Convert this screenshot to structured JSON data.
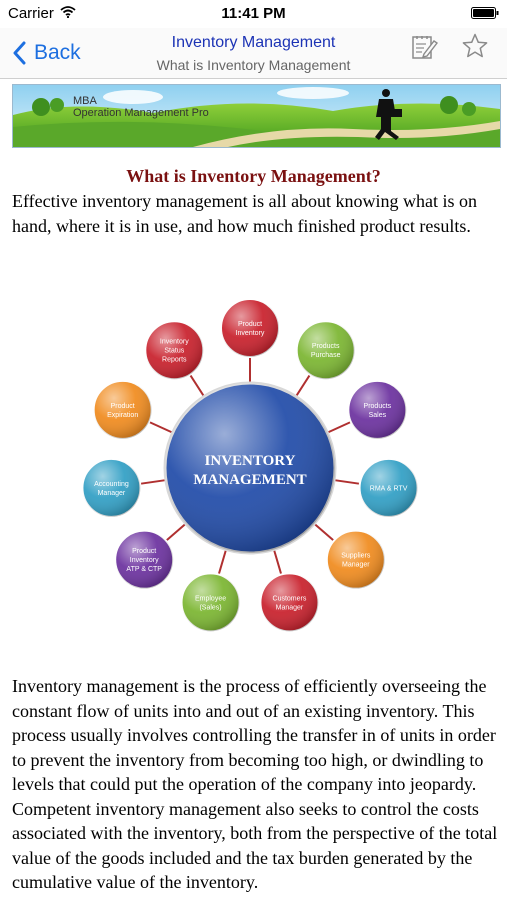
{
  "status_bar": {
    "carrier": "Carrier",
    "time": "11:41 PM"
  },
  "nav": {
    "back_label": "Back",
    "title": "Inventory Management",
    "subtitle": "What is Inventory Management"
  },
  "banner": {
    "line1": "MBA",
    "line2": "Operation Management Pro"
  },
  "content": {
    "title": "What is Inventory Management?",
    "intro": "Effective inventory management is all about knowing what is on hand, where it is in use, and how much finished product results.",
    "body": "Inventory management is the process of efficiently overseeing the constant flow of units into and out of an existing inventory. This process usually involves controlling the transfer in of units in order to prevent the inventory from becoming too high, or dwindling to levels that could put the operation of the company into jeopardy. Competent inventory management also seeks to control the costs associated with the inventory, both from the perspective of the total value of the goods included and the tax burden generated by the cumulative value of the inventory."
  },
  "diagram": {
    "center": [
      "INVENTORY",
      "MANAGEMENT"
    ],
    "center_color": "#1f4aa8",
    "nodes": [
      {
        "lines": [
          "Product",
          "Inventory"
        ],
        "color": "#c81e2a"
      },
      {
        "lines": [
          "Products",
          "Purchase"
        ],
        "color": "#7ab52f"
      },
      {
        "lines": [
          "Products",
          "Sales"
        ],
        "color": "#6a2f9e"
      },
      {
        "lines": [
          "RMA & RTV"
        ],
        "color": "#2f9ec4"
      },
      {
        "lines": [
          "Suppliers",
          "Manager"
        ],
        "color": "#f08a1c"
      },
      {
        "lines": [
          "Customers",
          "Manager"
        ],
        "color": "#c81e2a"
      },
      {
        "lines": [
          "Employee",
          "(Sales)"
        ],
        "color": "#7ab52f"
      },
      {
        "lines": [
          "Product",
          "Inventory",
          "ATP & CTP"
        ],
        "color": "#6a2f9e"
      },
      {
        "lines": [
          "Accounting",
          "Manager"
        ],
        "color": "#2f9ec4"
      },
      {
        "lines": [
          "Product",
          "Expiration"
        ],
        "color": "#f08a1c"
      },
      {
        "lines": [
          "Inventory",
          "Status",
          "Reports"
        ],
        "color": "#c81e2a"
      }
    ]
  }
}
